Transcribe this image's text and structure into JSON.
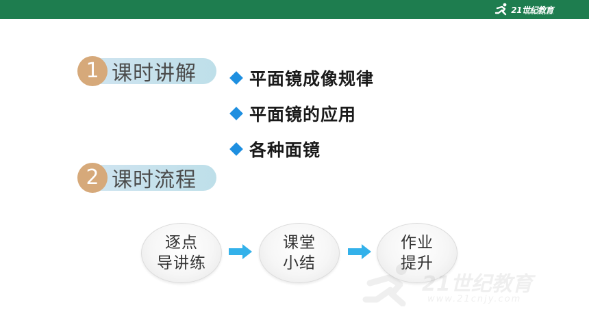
{
  "header": {
    "brand_text": "21世纪教育",
    "brand_url": "www.21cnjy.com",
    "bar_color": "#1e7d4f"
  },
  "sections": [
    {
      "number": "1",
      "title": "课时讲解"
    },
    {
      "number": "2",
      "title": "课时流程"
    }
  ],
  "bullets": [
    {
      "icon": "diamond-bullet-icon",
      "text": "平面镜成像规律"
    },
    {
      "icon": "diamond-bullet-icon",
      "text": "平面镜的应用"
    },
    {
      "icon": "diamond-bullet-icon",
      "text": "各种面镜"
    }
  ],
  "flow": [
    {
      "line1": "逐点",
      "line2": "导讲练"
    },
    {
      "line1": "课堂",
      "line2": "小结"
    },
    {
      "line1": "作业",
      "line2": "提升"
    }
  ],
  "watermark": {
    "text": "21世纪教育",
    "url": "www.21cnjy.com"
  },
  "colors": {
    "accent_circle": "#d6a97a",
    "pill": "#c7e2ec",
    "bullet_diamond": "#1e8fe0",
    "arrow": "#33b1ea"
  }
}
